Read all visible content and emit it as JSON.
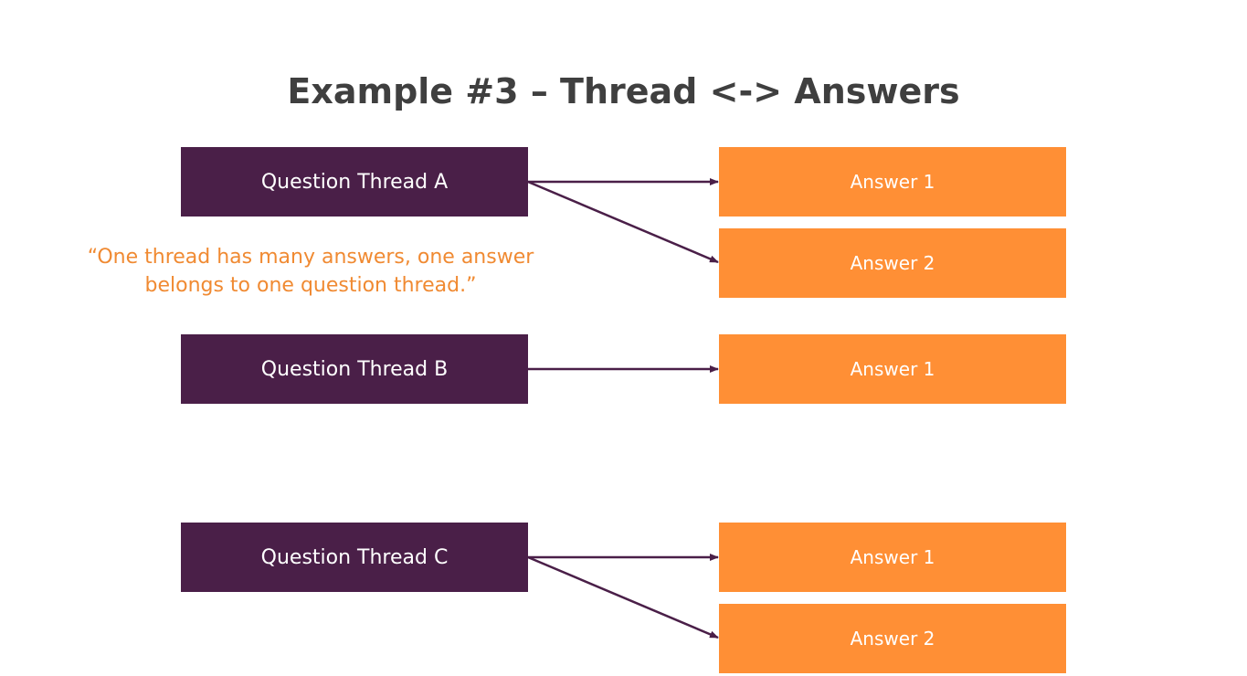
{
  "title": "Example #3 – Thread <-> Answers",
  "quote": {
    "line1": "“One thread has many answers, one answer",
    "line2": "belongs to one question thread.”"
  },
  "threads": [
    {
      "label": "Question Thread A"
    },
    {
      "label": "Question Thread B"
    },
    {
      "label": "Question Thread C"
    }
  ],
  "answers": [
    {
      "label": "Answer 1",
      "thread": "Question Thread A"
    },
    {
      "label": "Answer 2",
      "thread": "Question Thread A"
    },
    {
      "label": "Answer 1",
      "thread": "Question Thread B"
    },
    {
      "label": "Answer 1",
      "thread": "Question Thread C"
    },
    {
      "label": "Answer 2",
      "thread": "Question Thread C"
    }
  ],
  "colors": {
    "thread_fill": "#4a1f48",
    "answer_fill": "#ff8f35",
    "quote_text": "#f08a32",
    "title_text": "#3f3f3f",
    "connector": "#4a1f48"
  }
}
